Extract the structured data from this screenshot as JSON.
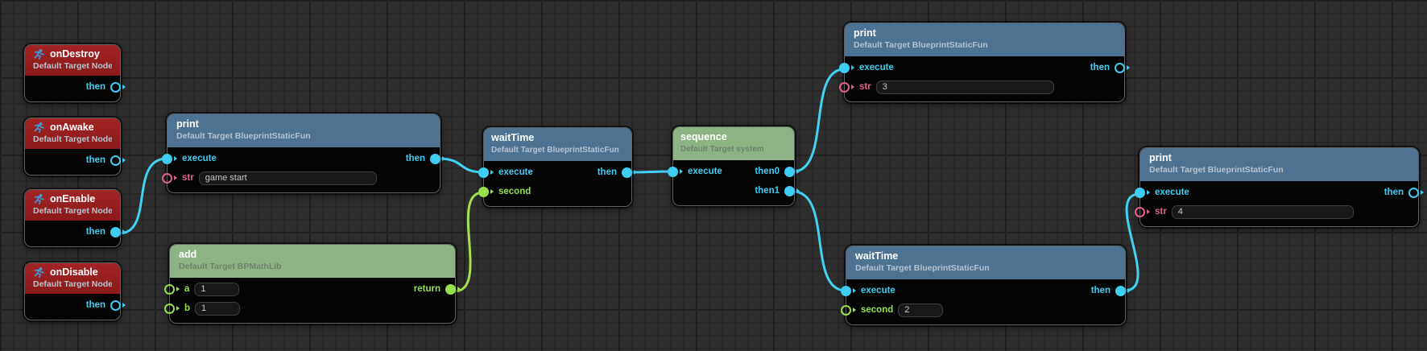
{
  "editor": {
    "type": "blueprint node graph"
  },
  "colors": {
    "background": "#2e2e2e",
    "exec_pin": "#3fcdf2",
    "string_pin": "#e0618f",
    "number_pin": "#97e04d",
    "wire_exec": "#41d2f4",
    "wire_value": "#a6e052",
    "header_event": "#9a2020",
    "header_function": "#4e7291",
    "header_library": "#8eb485"
  },
  "nodes": {
    "onDestroy": {
      "title": "onDestroy",
      "subtitle": "Default Target Node",
      "then_label": "then"
    },
    "onAwake": {
      "title": "onAwake",
      "subtitle": "Default Target Node",
      "then_label": "then"
    },
    "onEnable": {
      "title": "onEnable",
      "subtitle": "Default Target Node",
      "then_label": "then"
    },
    "onDisable": {
      "title": "onDisable",
      "subtitle": "Default Target Node",
      "then_label": "then"
    },
    "print1": {
      "title": "print",
      "subtitle": "Default Target BlueprintStaticFun",
      "execute_label": "execute",
      "then_label": "then",
      "str_label": "str",
      "str_value": "game start"
    },
    "add": {
      "title": "add",
      "subtitle": "Default Target BPMathLib",
      "a_label": "a",
      "a_value": "1",
      "b_label": "b",
      "b_value": "1",
      "return_label": "return"
    },
    "waitTime1": {
      "title": "waitTime",
      "subtitle": "Default Target BlueprintStaticFun",
      "execute_label": "execute",
      "then_label": "then",
      "second_label": "second"
    },
    "sequence": {
      "title": "sequence",
      "subtitle": "Default Target system",
      "execute_label": "execute",
      "then0_label": "then0",
      "then1_label": "then1"
    },
    "print2": {
      "title": "print",
      "subtitle": "Default Target BlueprintStaticFun",
      "execute_label": "execute",
      "then_label": "then",
      "str_label": "str",
      "str_value": "3"
    },
    "waitTime2": {
      "title": "waitTime",
      "subtitle": "Default Target BlueprintStaticFun",
      "execute_label": "execute",
      "then_label": "then",
      "second_label": "second",
      "second_value": "2"
    },
    "print3": {
      "title": "print",
      "subtitle": "Default Target BlueprintStaticFun",
      "execute_label": "execute",
      "then_label": "then",
      "str_label": "str",
      "str_value": "4"
    }
  },
  "connections": [
    {
      "from": "onEnable.then",
      "to": "print1.execute",
      "type": "exec"
    },
    {
      "from": "print1.then",
      "to": "waitTime1.execute",
      "type": "exec"
    },
    {
      "from": "add.return",
      "to": "waitTime1.second",
      "type": "value"
    },
    {
      "from": "waitTime1.then",
      "to": "sequence.execute",
      "type": "exec"
    },
    {
      "from": "sequence.then0",
      "to": "print2.execute",
      "type": "exec"
    },
    {
      "from": "sequence.then1",
      "to": "waitTime2.execute",
      "type": "exec"
    },
    {
      "from": "waitTime2.then",
      "to": "print3.execute",
      "type": "exec"
    }
  ]
}
